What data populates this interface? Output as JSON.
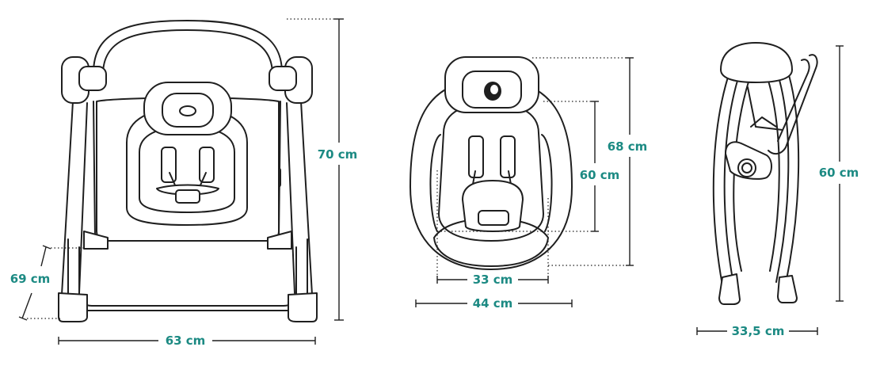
{
  "front_view": {
    "width": "63 cm",
    "height": "70 cm",
    "seat_height": "69 cm"
  },
  "top_view": {
    "length_outer": "68 cm",
    "length_inner": "60 cm",
    "width_outer": "44 cm",
    "width_inner": "33 cm"
  },
  "side_view": {
    "height": "60 cm",
    "depth": "33,5 cm"
  },
  "colors": {
    "label": "#1c8a83",
    "line": "#1f1f1f"
  }
}
